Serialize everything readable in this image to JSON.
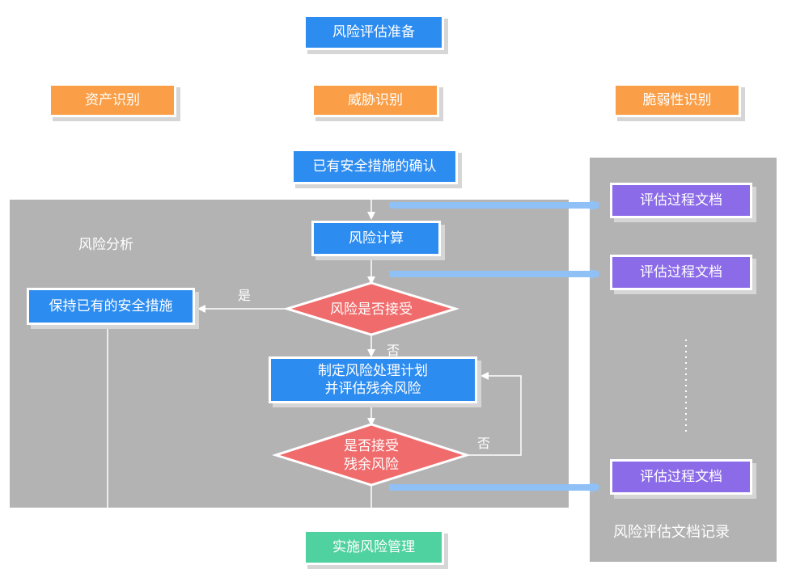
{
  "nodes": {
    "prepare": "风险评估准备",
    "asset": "资产识别",
    "threat": "威胁识别",
    "vulnerability": "脆弱性识别",
    "confirm": "已有安全措施的确认",
    "calc": "风险计算",
    "accept": "风险是否接受",
    "keep": "保持已有的安全措施",
    "plan_line1": "制定风险处理计划",
    "plan_line2": "并评估残余风险",
    "residual_line1": "是否接受",
    "residual_line2": "残余风险",
    "implement": "实施风险管理"
  },
  "analysis_panel": {
    "title": "风险分析"
  },
  "docs_panel": {
    "title": "风险评估文档记录",
    "doc_items": [
      "评估过程文档",
      "评估过程文档",
      "评估过程文档"
    ]
  },
  "edge_labels": {
    "yes": "是",
    "no_1": "否",
    "no_2": "否"
  },
  "colors": {
    "process": "#2d8cf0",
    "identify": "#fa9f47",
    "decision": "#f06b6b",
    "document": "#8b6be8",
    "implement": "#4fd1a0",
    "panel": "#b3b3b3",
    "doc_arrow": "#8fc0f6"
  }
}
